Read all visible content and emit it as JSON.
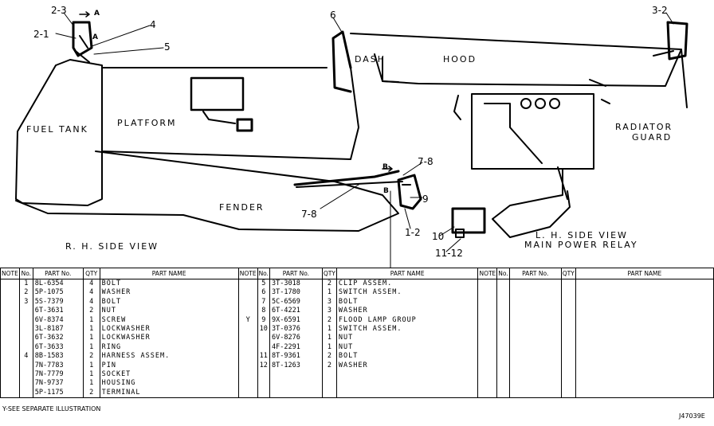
{
  "labels": {
    "fuel_tank": "FUEL TANK",
    "platform": "PLATFORM",
    "dash": "DASH",
    "hood": "HOOD",
    "radiator_guard_1": "RADIATOR",
    "radiator_guard_2": "GUARD",
    "fender": "FENDER",
    "rh_side_view": "R. H.  SIDE VIEW",
    "lh_side_view": "L. H.  SIDE VIEW",
    "main_power_relay": "MAIN POWER RELAY"
  },
  "callouts": {
    "c_2_3": "2-3",
    "c_2_1": "2-1",
    "c_4": "4",
    "c_5": "5",
    "c_6": "6",
    "c_3_2": "3-2",
    "c_7_8a": "7-8",
    "c_7_8b": "7-8",
    "c_9": "9",
    "c_1_2": "1-2",
    "c_10": "10",
    "c_11_12": "11-12",
    "c_a1": "A",
    "c_a2": "A",
    "c_b1": "B",
    "c_b2": "B"
  },
  "table": {
    "headers": {
      "note": "NOTE",
      "no": "No.",
      "part_no": "PART No.",
      "qty": "QTY",
      "part_name": "PART NAME"
    },
    "left": [
      {
        "note": "",
        "no": "1",
        "part": "8L-6354",
        "qty": "4",
        "name": "BOLT"
      },
      {
        "note": "",
        "no": "2",
        "part": "5P-1075",
        "qty": "4",
        "name": "WASHER"
      },
      {
        "note": "",
        "no": "3",
        "part": "5S-7379",
        "qty": "4",
        "name": "BOLT"
      },
      {
        "note": "",
        "no": "",
        "part": "6T-3631",
        "qty": "2",
        "name": "NUT"
      },
      {
        "note": "",
        "no": "",
        "part": "6V-8374",
        "qty": "1",
        "name": "SCREW"
      },
      {
        "note": "",
        "no": "",
        "part": "3L-8187",
        "qty": "1",
        "name": "LOCKWASHER"
      },
      {
        "note": "",
        "no": "",
        "part": "6T-3632",
        "qty": "1",
        "name": "LOCKWASHER"
      },
      {
        "note": "",
        "no": "",
        "part": "6T-3633",
        "qty": "1",
        "name": "RING"
      },
      {
        "note": "",
        "no": "4",
        "part": "8B-1583",
        "qty": "2",
        "name": "HARNESS ASSEM."
      },
      {
        "note": "",
        "no": "",
        "part": "7N-7783",
        "qty": "1",
        "name": "PIN"
      },
      {
        "note": "",
        "no": "",
        "part": "7N-7779",
        "qty": "1",
        "name": "SOCKET"
      },
      {
        "note": "",
        "no": "",
        "part": "7N-9737",
        "qty": "1",
        "name": "HOUSING"
      },
      {
        "note": "",
        "no": "",
        "part": "5P-1175",
        "qty": "2",
        "name": "TERMINAL"
      }
    ],
    "mid": [
      {
        "note": "",
        "no": "5",
        "part": "3T-3018",
        "qty": "2",
        "name": "CLIP ASSEM."
      },
      {
        "note": "",
        "no": "6",
        "part": "3T-1780",
        "qty": "1",
        "name": "SWITCH ASSEM."
      },
      {
        "note": "",
        "no": "7",
        "part": "5C-6569",
        "qty": "3",
        "name": "BOLT"
      },
      {
        "note": "",
        "no": "8",
        "part": "6T-4221",
        "qty": "3",
        "name": "WASHER"
      },
      {
        "note": "Y",
        "no": "9",
        "part": "9X-6591",
        "qty": "2",
        "name": "FLOOD LAMP GROUP"
      },
      {
        "note": "",
        "no": "10",
        "part": "3T-0376",
        "qty": "1",
        "name": "SWITCH ASSEM."
      },
      {
        "note": "",
        "no": "",
        "part": "6V-8276",
        "qty": "1",
        "name": "NUT"
      },
      {
        "note": "",
        "no": "",
        "part": "4F-2291",
        "qty": "1",
        "name": "NUT"
      },
      {
        "note": "",
        "no": "11",
        "part": "8T-9361",
        "qty": "2",
        "name": "BOLT"
      },
      {
        "note": "",
        "no": "12",
        "part": "8T-1263",
        "qty": "2",
        "name": "WASHER"
      }
    ]
  },
  "footer": {
    "note": "Y-SEE SEPARATE ILLUSTRATION",
    "illustration_id": "J47039E"
  }
}
